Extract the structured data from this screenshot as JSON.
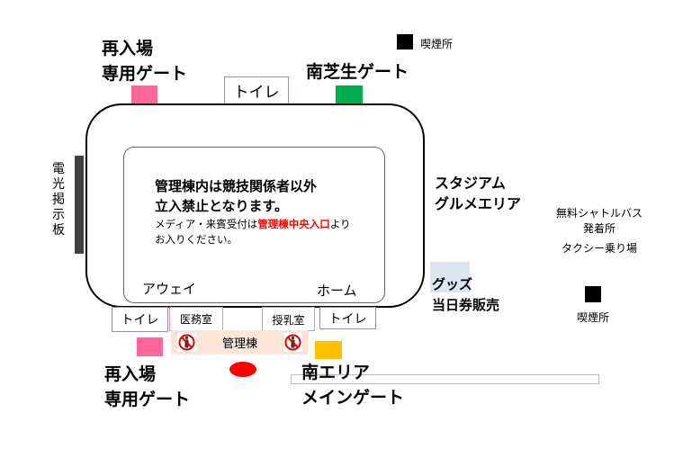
{
  "colors": {
    "reentry_gate": "#ff6699",
    "south_lawn_gate": "#00b050",
    "main_gate": "#ffc000",
    "entrance_marker": "#ff0000",
    "goods": "#dce6f2",
    "admin_building": "#fbe5d6",
    "smoking": "#000000",
    "notice_highlight": "#ff0000"
  },
  "labels": {
    "reentry_top_line1": "再入場",
    "reentry_top_line2": "専用ゲート",
    "toilet_top": "トイレ",
    "south_lawn_gate": "南芝生ゲート",
    "smoking_top": "喫煙所",
    "scoreboard": "電光掲示板",
    "stadium_gourmet_line1": "スタジアム",
    "stadium_gourmet_line2": "グルメエリア",
    "goods_line1": "グッズ",
    "goods_line2": "当日券販売",
    "shuttle_line1": "無料シャトルバス",
    "shuttle_line2": "発着所",
    "taxi": "タクシー乗り場",
    "smoking_right": "喫煙所",
    "away": "アウェイ",
    "home": "ホーム",
    "toilet_bottom_left": "トイレ",
    "medical_room": "医務室",
    "nursing_room": "授乳室",
    "toilet_bottom_right": "トイレ",
    "admin_building": "管理棟",
    "reentry_bottom_line1": "再入場",
    "reentry_bottom_line2": "専用ゲート",
    "south_area_line1": "南エリア",
    "south_area_line2": "メインゲート"
  },
  "notice": {
    "line1": "管理棟内は競技関係者以外",
    "line2": "立入禁止となります。",
    "line3_prefix": "メディア・来賓受付は",
    "line3_highlight": "管理棟中央入口",
    "line3_suffix": "より",
    "line4": "お入りください。"
  },
  "icons": {
    "no_entry": "no-person-icon"
  }
}
